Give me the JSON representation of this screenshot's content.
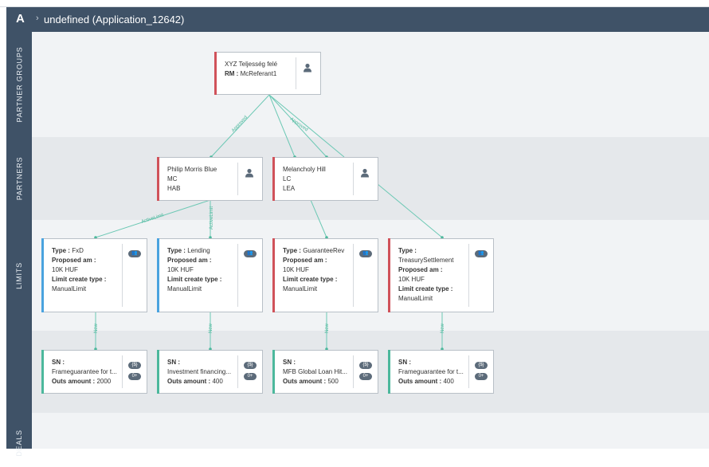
{
  "header": {
    "logo": "A",
    "separator": "›",
    "title": "undefined (Application_12642)"
  },
  "rail": [
    "PARTNER GROUPS",
    "PARTNERS",
    "LIMITS",
    "DEALS"
  ],
  "colors": {
    "header": "#3f5267",
    "red_accent": "#d0525a",
    "blue_accent": "#4aa3df",
    "teal_accent": "#4cb89c",
    "line": "#6cc8b4"
  },
  "edge_labels": {
    "group_a": "Approved",
    "group_b": "Approved",
    "partner_limit": "ActiveLimit",
    "partner_limit_b": "ActiveLimit",
    "new1": "New",
    "new2": "New",
    "new3": "New",
    "new4": "New"
  },
  "group": {
    "name": "XYZ Teljesség felé",
    "rm_label": "RM :",
    "rm_value": "McReferant1",
    "icon": "user-icon"
  },
  "partners": [
    {
      "name": "Philip Morris Blue",
      "line2": "MC",
      "line3": "HAB",
      "icon": "user-icon"
    },
    {
      "name": "Melancholy Hill",
      "line2": "LC",
      "line3": "LEA",
      "icon": "user-icon"
    }
  ],
  "limits": [
    {
      "type_label": "Type :",
      "type_value": "FxD",
      "proposed_label": "Proposed am :",
      "proposed_value": "10K HUF",
      "create_label": "Limit create type :",
      "create_value": "ManualLimit",
      "badge": "👥"
    },
    {
      "type_label": "Type :",
      "type_value": "Lending",
      "proposed_label": "Proposed am :",
      "proposed_value": "10K HUF",
      "create_label": "Limit create type :",
      "create_value": "ManualLimit",
      "badge": "👥"
    },
    {
      "type_label": "Type :",
      "type_value": "GuaranteeRev",
      "proposed_label": "Proposed am :",
      "proposed_value": "10K HUF",
      "create_label": "Limit create type :",
      "create_value": "ManualLimit",
      "badge": "👥"
    },
    {
      "type_label": "Type :",
      "type_value": "TreasurySettlement",
      "proposed_label": "Proposed am :",
      "proposed_value": "10K HUF",
      "create_label": "Limit create type :",
      "create_value": "ManualLimit",
      "badge": "👥"
    }
  ],
  "deals": [
    {
      "sn_label": "SN :",
      "sn_value": "Frameguarantee for t...",
      "outs_label": "Outs amount :",
      "outs_value": "2000",
      "badge1": "{$}",
      "badge2": "0+"
    },
    {
      "sn_label": "SN :",
      "sn_value": "Investment financing...",
      "outs_label": "Outs amount :",
      "outs_value": "400",
      "badge1": "{$}",
      "badge2": "0+"
    },
    {
      "sn_label": "SN :",
      "sn_value": "MFB Global Loan Hit...",
      "outs_label": "Outs amount :",
      "outs_value": "500",
      "badge1": "{$}",
      "badge2": "0+"
    },
    {
      "sn_label": "SN :",
      "sn_value": "Frameguarantee for t...",
      "outs_label": "Outs amount :",
      "outs_value": "400",
      "badge1": "{$}",
      "badge2": "0+"
    }
  ]
}
